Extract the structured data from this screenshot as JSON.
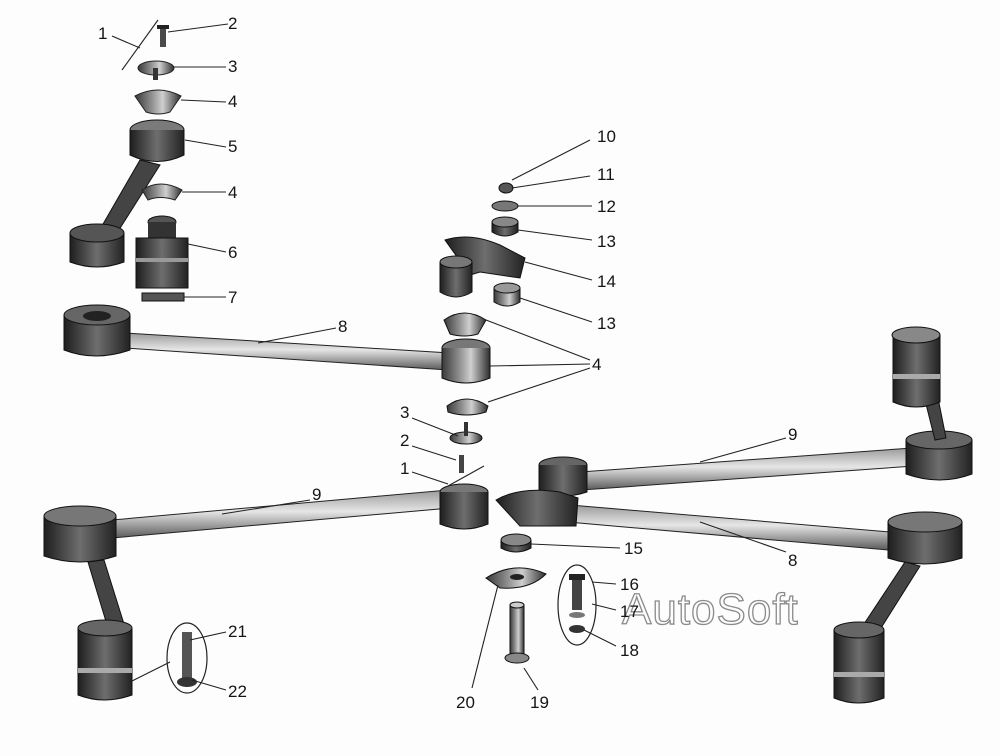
{
  "watermark": "AutoSoft",
  "callouts": [
    {
      "id": "c1a",
      "text": "1"
    },
    {
      "id": "c2a",
      "text": "2"
    },
    {
      "id": "c3a",
      "text": "3"
    },
    {
      "id": "c4a",
      "text": "4"
    },
    {
      "id": "c5",
      "text": "5"
    },
    {
      "id": "c4b",
      "text": "4"
    },
    {
      "id": "c6",
      "text": "6"
    },
    {
      "id": "c7",
      "text": "7"
    },
    {
      "id": "c8a",
      "text": "8"
    },
    {
      "id": "c10",
      "text": "10"
    },
    {
      "id": "c11",
      "text": "11"
    },
    {
      "id": "c12",
      "text": "12"
    },
    {
      "id": "c13a",
      "text": "13"
    },
    {
      "id": "c14",
      "text": "14"
    },
    {
      "id": "c13b",
      "text": "13"
    },
    {
      "id": "c4c",
      "text": "4"
    },
    {
      "id": "c3b",
      "text": "3"
    },
    {
      "id": "c2b",
      "text": "2"
    },
    {
      "id": "c1b",
      "text": "1"
    },
    {
      "id": "c9a",
      "text": "9"
    },
    {
      "id": "c9b",
      "text": "9"
    },
    {
      "id": "c8b",
      "text": "8"
    },
    {
      "id": "c15",
      "text": "15"
    },
    {
      "id": "c16",
      "text": "16"
    },
    {
      "id": "c17",
      "text": "17"
    },
    {
      "id": "c18",
      "text": "18"
    },
    {
      "id": "c19",
      "text": "19"
    },
    {
      "id": "c20",
      "text": "20"
    },
    {
      "id": "c21",
      "text": "21"
    },
    {
      "id": "c22",
      "text": "22"
    }
  ]
}
